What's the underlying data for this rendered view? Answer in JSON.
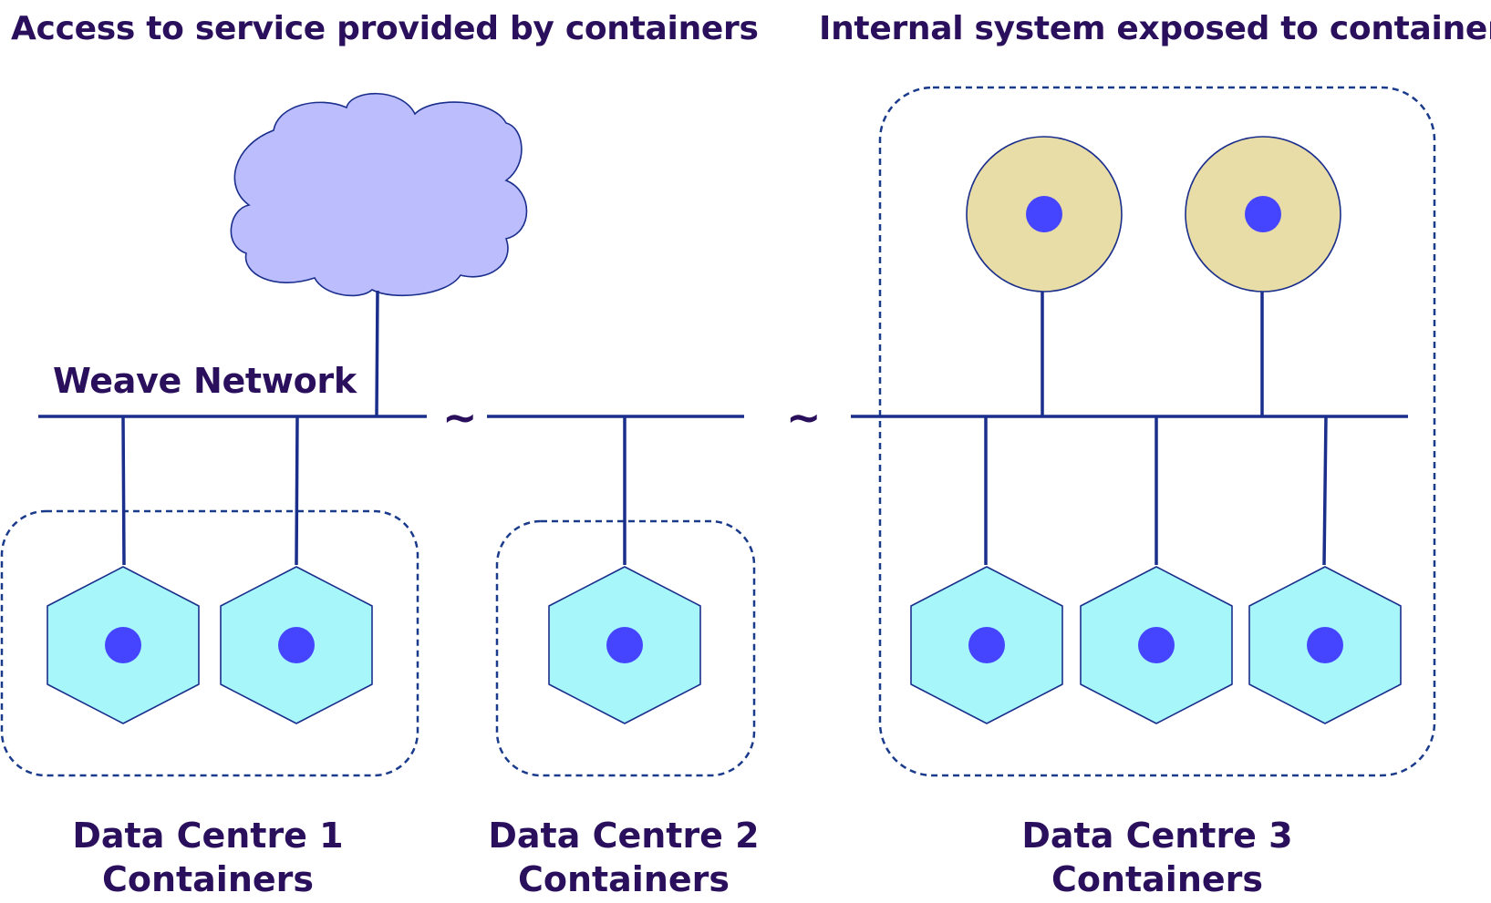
{
  "headings": {
    "left": "Access to service provided by containers",
    "right": "Internal system exposed to containers"
  },
  "network": {
    "label": "Weave Network",
    "separator": "~"
  },
  "data_centres": [
    {
      "line1": "Data Centre 1",
      "line2": "Containers"
    },
    {
      "line1": "Data Centre 2",
      "line2": "Containers"
    },
    {
      "line1": "Data Centre 3",
      "line2": "Containers"
    }
  ],
  "colors": {
    "text": "#2a0f5c",
    "line": "#1a2e8c",
    "cloud_fill": "#bcbdfd",
    "container_fill": "#a6f6fa",
    "system_fill": "#e8dca7",
    "dot": "#4545ff",
    "box_border": "#1a3a8c"
  },
  "icons": [
    "cloud-icon",
    "container-hexagon-icon",
    "internal-system-circle-icon"
  ]
}
